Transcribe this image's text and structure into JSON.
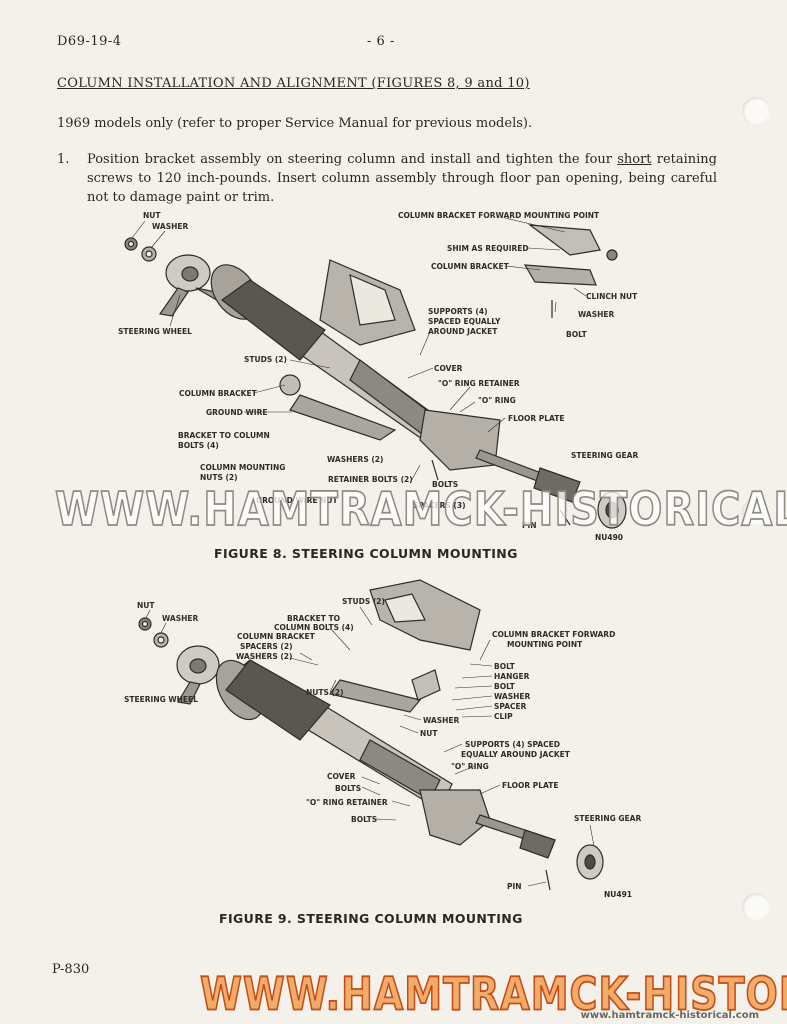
{
  "header": {
    "doc_number": "D69-19-4",
    "page_number": "- 6 -"
  },
  "section_title": "COLUMN INSTALLATION AND ALIGNMENT (FIGURES 8, 9 and 10)",
  "intro": "1969 models only (refer to proper Service Manual for previous models).",
  "step1": {
    "number": "1.",
    "text_before": "Position bracket assembly on steering column and install and tighten the four ",
    "underlined": "short",
    "text_after": " retaining screws to 120 inch-pounds. Insert column assembly through floor pan opening, being careful not to damage paint or trim."
  },
  "figure8": {
    "caption": "FIGURE 8.   STEERING COLUMN MOUNTING",
    "figure_number": "NU490",
    "labels": {
      "nut": "NUT",
      "washer": "WASHER",
      "steering_wheel": "STEERING WHEEL",
      "column_bracket_forward": "COLUMN BRACKET FORWARD MOUNTING POINT",
      "shim": "SHIM AS REQUIRED",
      "column_bracket_top": "COLUMN BRACKET",
      "clinch_nut": "CLINCH NUT",
      "washer_right": "WASHER",
      "bolt_right": "BOLT",
      "supports": "SUPPORTS (4)",
      "supports2": "SPACED EQUALLY",
      "supports3": "AROUND JACKET",
      "studs": "STUDS (2)",
      "cover": "COVER",
      "o_ring_retainer": "\"O\" RING RETAINER",
      "o_ring": "\"O\" RING",
      "floor_plate": "FLOOR PLATE",
      "column_bracket": "COLUMN BRACKET",
      "ground_wire": "GROUND WIRE",
      "bracket_bolts1": "BRACKET TO COLUMN",
      "bracket_bolts2": "BOLTS (4)",
      "washers2": "WASHERS (2)",
      "retainer_bolts": "RETAINER BOLTS (2)",
      "bolts": "BOLTS",
      "steering_gear": "STEERING GEAR",
      "mounting_nuts1": "COLUMN MOUNTING",
      "mounting_nuts2": "NUTS (2)",
      "ground_wire_nut": "GROUND WIRE NUT",
      "spacers": "SPACERS (3)",
      "pin": "PIN"
    }
  },
  "figure9": {
    "caption": "FIGURE 9.   STEERING COLUMN MOUNTING",
    "figure_number": "NU491",
    "labels": {
      "nut": "NUT",
      "washer": "WASHER",
      "studs": "STUDS (2)",
      "bracket_bolts1": "BRACKET TO",
      "bracket_bolts2": "COLUMN BOLTS (4)",
      "spacers1": "COLUMN BRACKET",
      "spacers2": "SPACERS (2)",
      "washers": "WASHERS (2)",
      "nuts": "NUTS (2)",
      "steering_wheel": "STEERING WHEEL",
      "forward1": "COLUMN BRACKET FORWARD",
      "forward2": "MOUNTING POINT",
      "bolt": "BOLT",
      "hanger": "HANGER",
      "bolt2": "BOLT",
      "washer2": "WASHER",
      "spacer": "SPACER",
      "clip": "CLIP",
      "washer3": "WASHER",
      "nut2": "NUT",
      "supports1": "SUPPORTS (4) SPACED",
      "supports2": "EQUALLY AROUND JACKET",
      "o_ring": "\"O\" RING",
      "cover": "COVER",
      "floor_plate": "FLOOR PLATE",
      "bolts": "BOLTS",
      "o_ring_retainer": "\"O\" RING RETAINER",
      "bolts2": "BOLTS",
      "steering_gear": "STEERING GEAR",
      "pin": "PIN"
    }
  },
  "footer_code": "P-830",
  "watermarks": {
    "middle": "WWW.HAMTRAMCK-HISTORICAL.COM",
    "bottom": "WWW.HAMTRAMCK-HISTORICAL.COM",
    "small": "www.hamtramck-historical.com"
  }
}
